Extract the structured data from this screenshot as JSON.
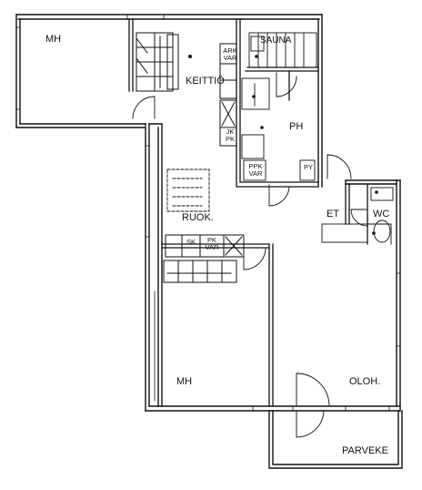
{
  "rooms": {
    "bedroom_top": "MH",
    "kitchen": "KEITTIÖ",
    "sauna": "SAUNA",
    "bathroom": "PH",
    "hall": "ET",
    "wc": "WC",
    "dining": "RUOK.",
    "bedroom_bottom": "MH",
    "living": "OLOH.",
    "balcony": "PARVEKE"
  },
  "fixtures": {
    "ark_var_1": "ARK",
    "ark_var_2": "VAR",
    "jk_pk_1": "JK",
    "jk_pk_2": "PK",
    "ppk_var_1": "PPK",
    "ppk_var_2": "VAR",
    "py": "PY",
    "sk": "SK",
    "pk_var_1": "PK",
    "pk_var_2": "VAR"
  },
  "colors": {
    "line": "#111111",
    "background": "#ffffff",
    "wall_fill": "#ffffff"
  }
}
